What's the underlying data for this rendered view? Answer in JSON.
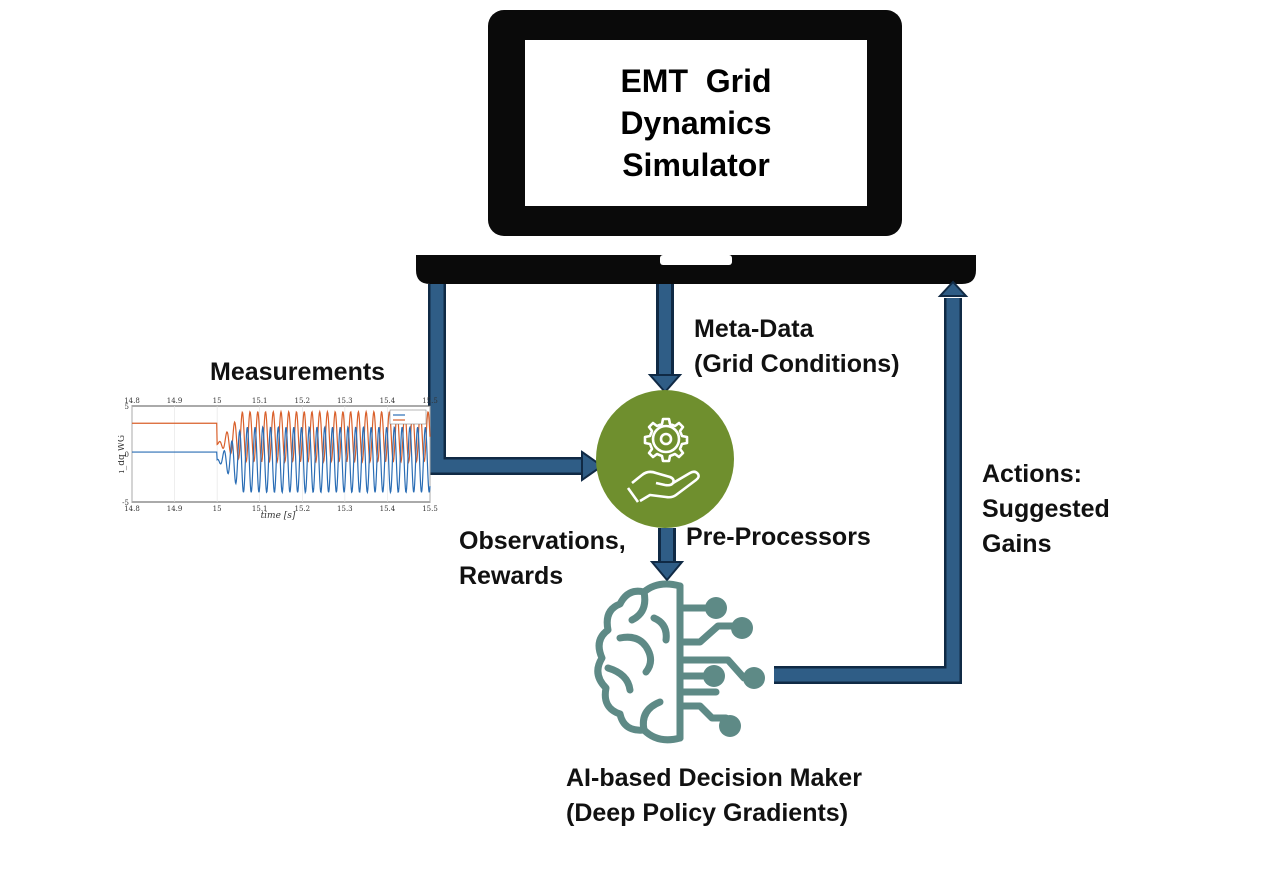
{
  "simulator": {
    "title": "EMT  Grid\nDynamics\nSimulator"
  },
  "labels": {
    "measurements": "Measurements",
    "meta_data": "Meta-Data\n(Grid Conditions)",
    "pre_processors": "Pre-Processors",
    "observations": "Observations,\nRewards",
    "actions": "Actions:\nSuggested\nGains",
    "decision_maker": "AI-based Decision Maker\n(Deep Policy Gradients)"
  },
  "plot": {
    "ylabel": "i_dq WG",
    "xlabel": "time [s]",
    "x_ticks_bottom": [
      "14.8",
      "14.9",
      "15",
      "15.1",
      "15.2",
      "15.3",
      "15.4",
      "15.5"
    ],
    "x_ticks_top": [
      "14.8",
      "14.9",
      "15",
      "15.1",
      "15.2",
      "15.3",
      "15.4",
      "15.5"
    ],
    "y_ticks": [
      "5",
      "0",
      "-5"
    ]
  },
  "colors": {
    "arrow": "#2f5d86",
    "arrow_outline": "#102a45",
    "gear_circle": "#6f8f2e",
    "brain": "#5e8a86",
    "laptop": "#0a0a0a",
    "trace_orange": "#d9602b",
    "trace_blue": "#2a6db5"
  },
  "icons": {
    "processor": "gear-hand-icon",
    "ai": "brain-circuit-icon"
  }
}
